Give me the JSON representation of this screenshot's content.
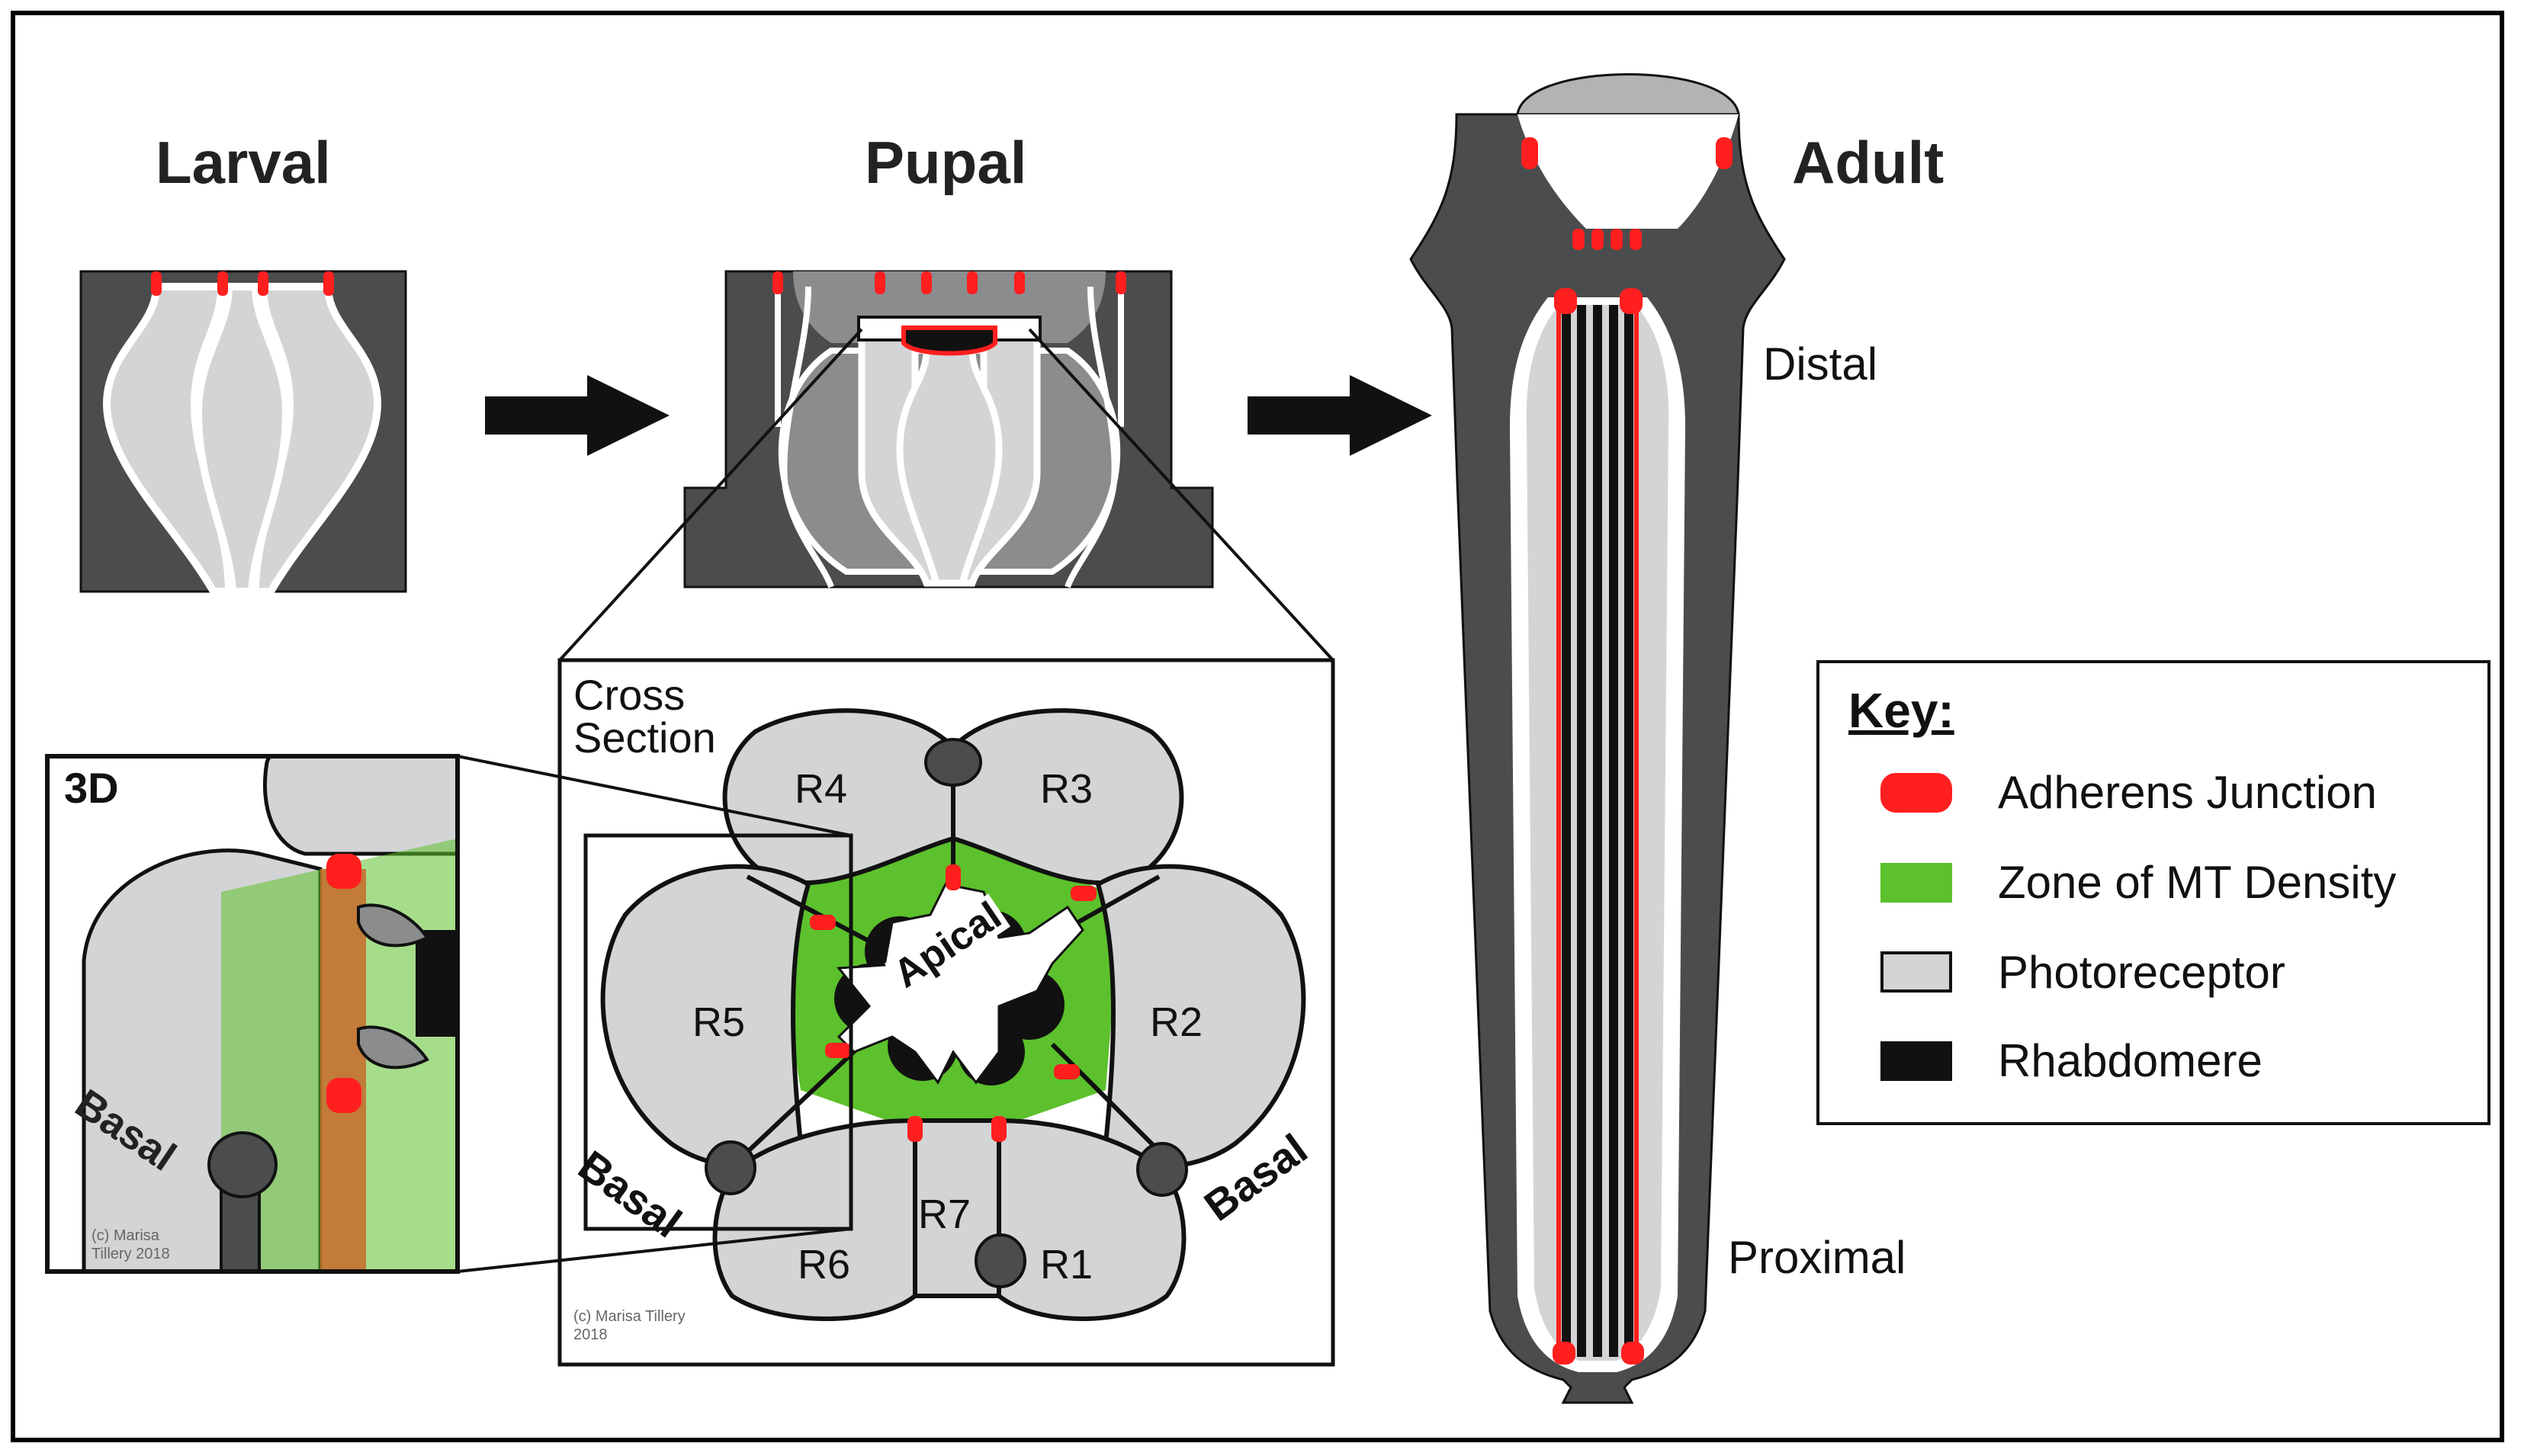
{
  "stages": {
    "larval": "Larval",
    "pupal": "Pupal",
    "adult": "Adult"
  },
  "adult_labels": {
    "distal": "Distal",
    "proximal": "Proximal"
  },
  "cross_section": {
    "title_line1": "Cross",
    "title_line2": "Section",
    "cells": [
      "R1",
      "R2",
      "R3",
      "R4",
      "R5",
      "R6",
      "R7"
    ],
    "apical": "Apical",
    "basal": "Basal",
    "credit_line1": "(c) Marisa Tillery",
    "credit_line2": "2018"
  },
  "three_d": {
    "title": "3D",
    "basal": "Basal",
    "credit_line1": "(c) Marisa",
    "credit_line2": "Tillery 2018"
  },
  "key": {
    "title": "Key:",
    "items": [
      {
        "label": "Adherens Junction",
        "color": "#ff1f1f"
      },
      {
        "label": "Zone of MT Density",
        "color": "#5cc12c"
      },
      {
        "label": "Photoreceptor",
        "color": "#d3d4d6"
      },
      {
        "label": "Rhabdomere",
        "color": "#111111"
      }
    ]
  },
  "colors": {
    "dark_gray": "#4a4c4e",
    "light_gray": "#d3d4d6",
    "red": "#ff1f1f",
    "green": "#5cc12c",
    "black": "#111111"
  }
}
